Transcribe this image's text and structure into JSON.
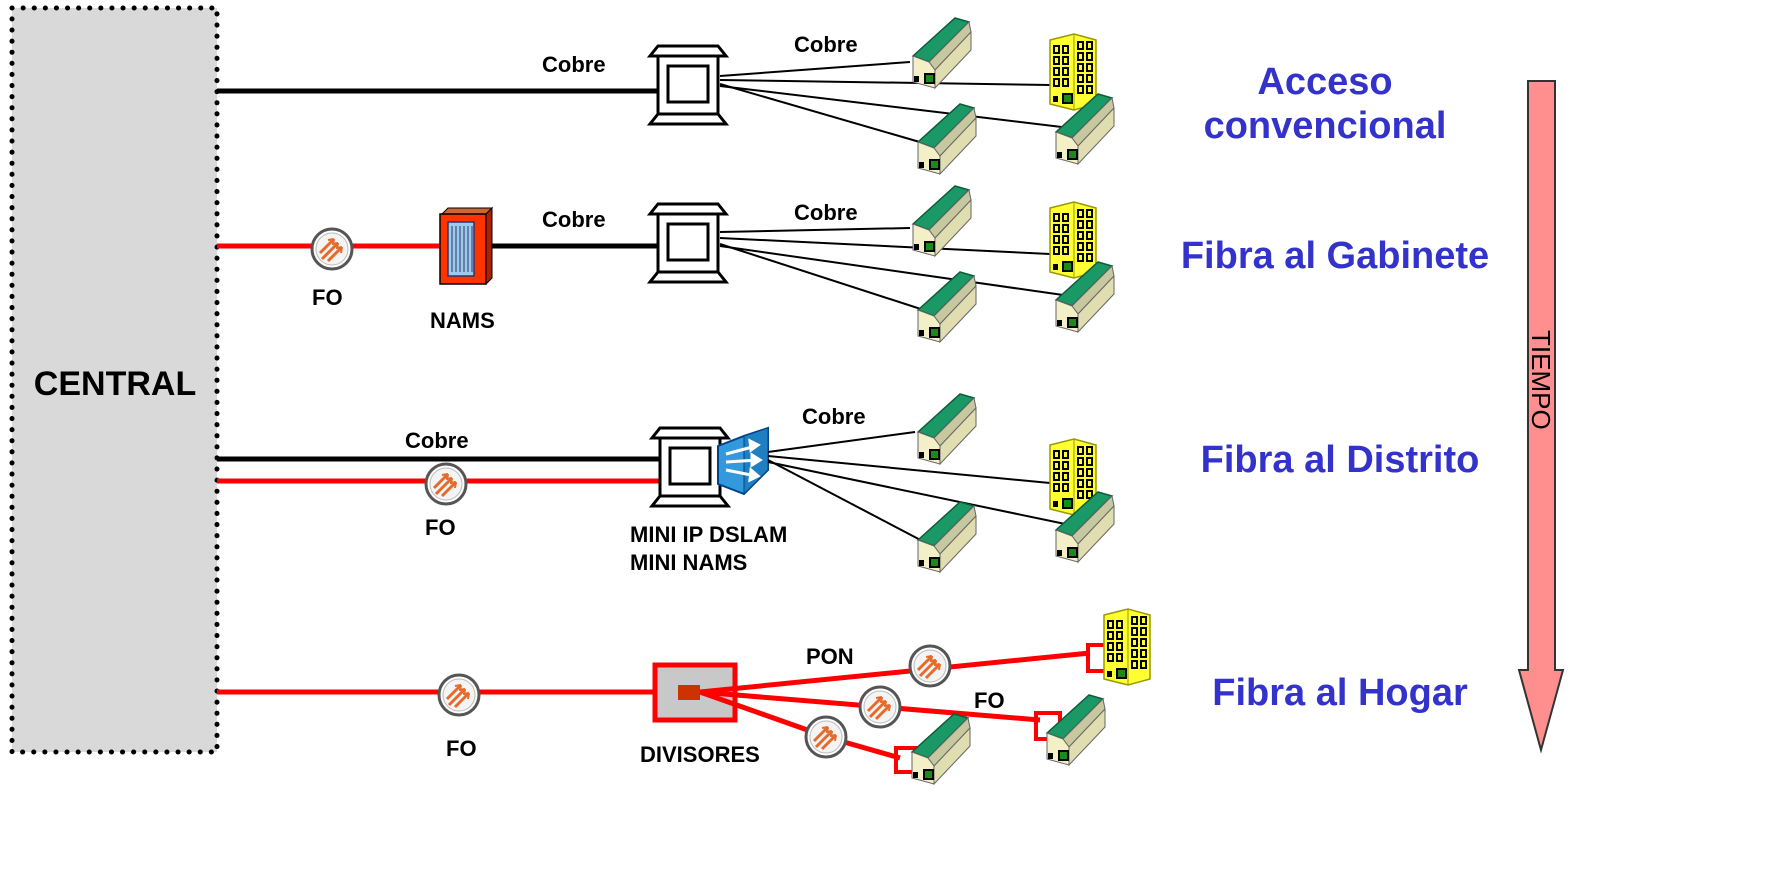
{
  "central": {
    "label": "CENTRAL"
  },
  "timeline": {
    "label": "TIEMPO",
    "color": "#ff8f8f"
  },
  "colors": {
    "fiber": "#ff0000",
    "copper": "#000000",
    "title": "#3333cc",
    "house": "#1a9966",
    "building": "#ffff33"
  },
  "rows": [
    {
      "title_lines": [
        "Acceso",
        "convencional"
      ],
      "labels": {
        "cobre_main": "Cobre",
        "cobre_drop": "Cobre"
      }
    },
    {
      "title_lines": [
        "Fibra al Gabinete"
      ],
      "labels": {
        "fo": "FO",
        "nams": "NAMS",
        "cobre_main": "Cobre",
        "cobre_drop": "Cobre"
      }
    },
    {
      "title_lines": [
        "Fibra al Distrito"
      ],
      "labels": {
        "cobre_main": "Cobre",
        "fo": "FO",
        "device_1": "MINI IP DSLAM",
        "device_2": "MINI NAMS",
        "cobre_drop": "Cobre"
      }
    },
    {
      "title_lines": [
        "Fibra al Hogar"
      ],
      "labels": {
        "fo": "FO",
        "divisores": "DIVISORES",
        "pon": "PON",
        "fo_drop": "FO"
      }
    }
  ]
}
